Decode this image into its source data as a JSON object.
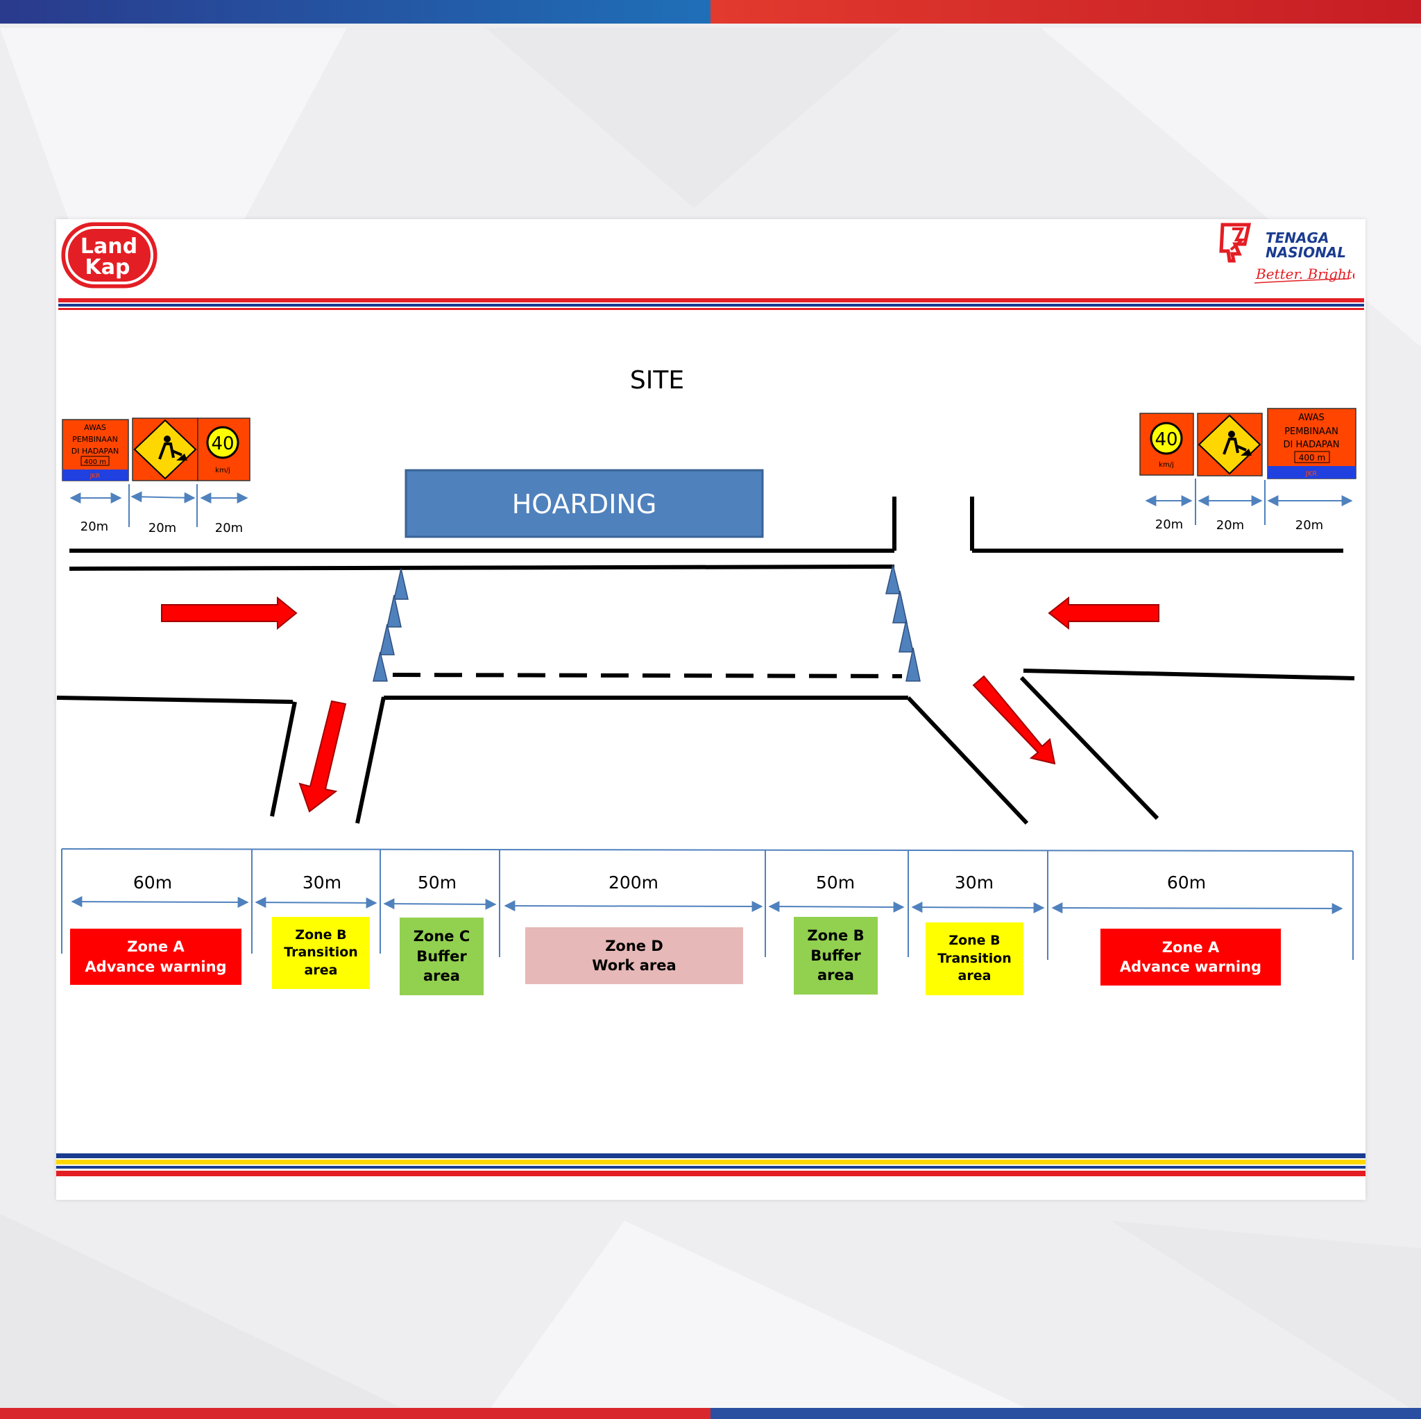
{
  "brand": {
    "left_logo": {
      "line1": "Land",
      "line2": "Kap",
      "color": "#e31e24"
    },
    "right_logo": {
      "line1": "TENAGA",
      "line2": "NASIONAL",
      "tagline": "Better. Brighter.",
      "color": "#e31e24",
      "text_color": "#1a3b8f"
    }
  },
  "diagram": {
    "site_label": "SITE",
    "hoarding_label": "HOARDING",
    "left_signs": {
      "warning_sign": {
        "line1": "AWAS",
        "line2": "PEMBINAAN",
        "line3": "DI HADAPAN",
        "distance": "400 m",
        "footer": "JKR"
      },
      "speed_sign": {
        "value": "40",
        "unit": "km/j"
      },
      "spacings": [
        "20m",
        "20m",
        "20m"
      ]
    },
    "right_signs": {
      "warning_sign": {
        "line1": "AWAS",
        "line2": "PEMBINAAN",
        "line3": "DI HADAPAN",
        "distance": "400 m",
        "footer": "JKR"
      },
      "speed_sign": {
        "value": "40",
        "unit": "km/j"
      },
      "spacings": [
        "20m",
        "20m",
        "20m"
      ]
    },
    "distances": [
      "60m",
      "30m",
      "50m",
      "200m",
      "50m",
      "30m",
      "60m"
    ],
    "zones": [
      {
        "text": "Zone A\nAdvance warning",
        "color": "#ff0000",
        "text_color": "#ffffff"
      },
      {
        "text": "Zone B\nTransition\narea",
        "color": "#ffff00",
        "text_color": "#000000"
      },
      {
        "text": "Zone C\nBuffer\narea",
        "color": "#92d050",
        "text_color": "#000000"
      },
      {
        "text": "Zone D\nWork area",
        "color": "#e6b8b7",
        "text_color": "#000000"
      },
      {
        "text": "Zone B\nBuffer\narea",
        "color": "#92d050",
        "text_color": "#000000"
      },
      {
        "text": "Zone B\nTransition\narea",
        "color": "#ffff00",
        "text_color": "#000000"
      },
      {
        "text": "Zone A\nAdvance warning",
        "color": "#ff0000",
        "text_color": "#ffffff"
      }
    ],
    "colors": {
      "hoarding": "#4f81bd",
      "arrow": "#ff0000",
      "cone": "#4f81bd",
      "sign_orange": "#ff4500",
      "dimension": "#4f81bd"
    }
  }
}
